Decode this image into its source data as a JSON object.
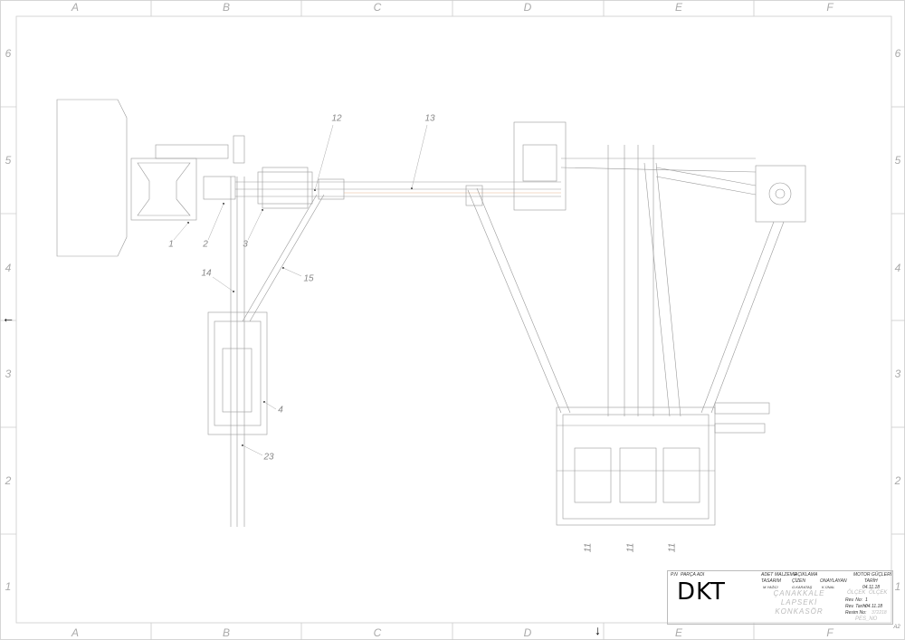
{
  "sheet": {
    "columns": [
      "A",
      "B",
      "C",
      "D",
      "E",
      "F"
    ],
    "rows": [
      "6",
      "5",
      "4",
      "3",
      "2",
      "1"
    ],
    "size": "A2"
  },
  "part_labels": {
    "l1": "1",
    "l2": "2",
    "l3": "3",
    "l4": "4",
    "l11a": "11",
    "l11b": "11",
    "l11c": "11",
    "l12": "12",
    "l13": "13",
    "l14": "14",
    "l15": "15",
    "l23": "23"
  },
  "arrows": {
    "left": "←",
    "bottom": "↓"
  },
  "title_block": {
    "pn_label": "P.N",
    "part_name_label": "PARÇA ADI",
    "qty_label": "ADET",
    "material_label": "MALZEME",
    "description_label": "AÇIKLAMA",
    "motor_label": "MOTOR GÜÇLERİ",
    "design_label": "TASARIM",
    "drawn_label": "ÇİZEN",
    "approved_label": "ONAYLAYAN",
    "date_label": "TARİH",
    "designer": "M.YAĞCI",
    "drafter": "G.KARATAŞ",
    "approver": "K.ÜNAL",
    "date": "04.11.18",
    "logo": "DKT",
    "project_line1": "ÇANAKKALE",
    "project_line2": "LAPSEKİ",
    "project_line3": "KONKASÖR",
    "scale_label": "ÖLÇEK",
    "scale_value": "ÖLÇEK",
    "rev_no_label": "Rev. No:",
    "rev_no": "1",
    "rev_date_label": "Rev. Tarihi:",
    "rev_date": "04.11.18",
    "drawing_no_label": "Resim No:",
    "drawing_no": "372218",
    "pes_no": "PES_NO"
  }
}
